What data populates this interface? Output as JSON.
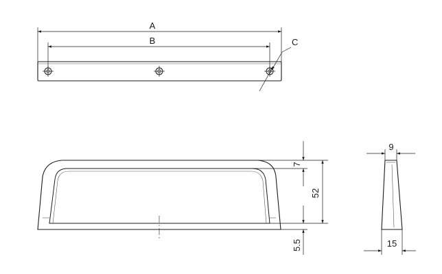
{
  "top_view": {
    "dim_a": "A",
    "dim_b": "B",
    "dim_c": "C"
  },
  "front_view": {
    "dim_top_thickness": "7",
    "dim_height": "52",
    "dim_bottom_offset": "5.5"
  },
  "side_view": {
    "dim_top_width": "9",
    "dim_base_width": "15"
  }
}
